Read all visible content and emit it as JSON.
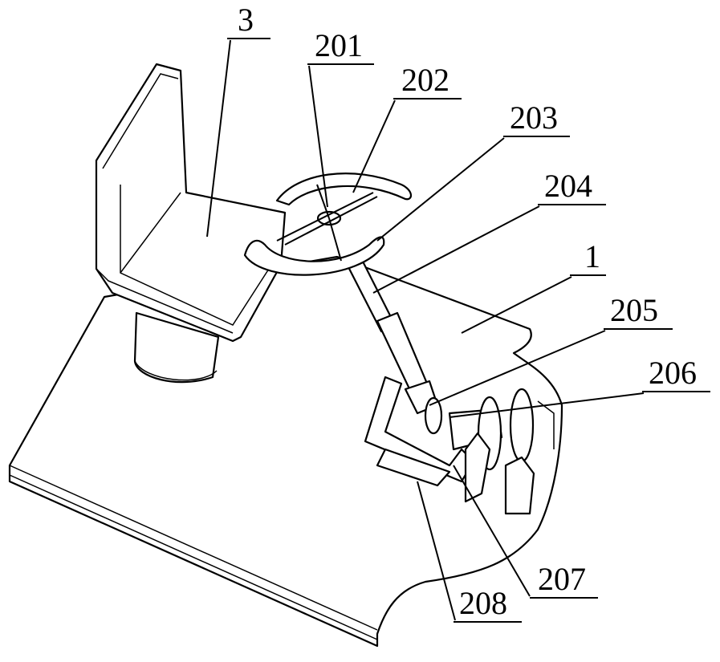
{
  "labels": {
    "l3": "3",
    "l201": "201",
    "l202": "202",
    "l203": "203",
    "l204": "204",
    "l1": "1",
    "l205": "205",
    "l206": "206",
    "l207": "207",
    "l208": "208"
  }
}
